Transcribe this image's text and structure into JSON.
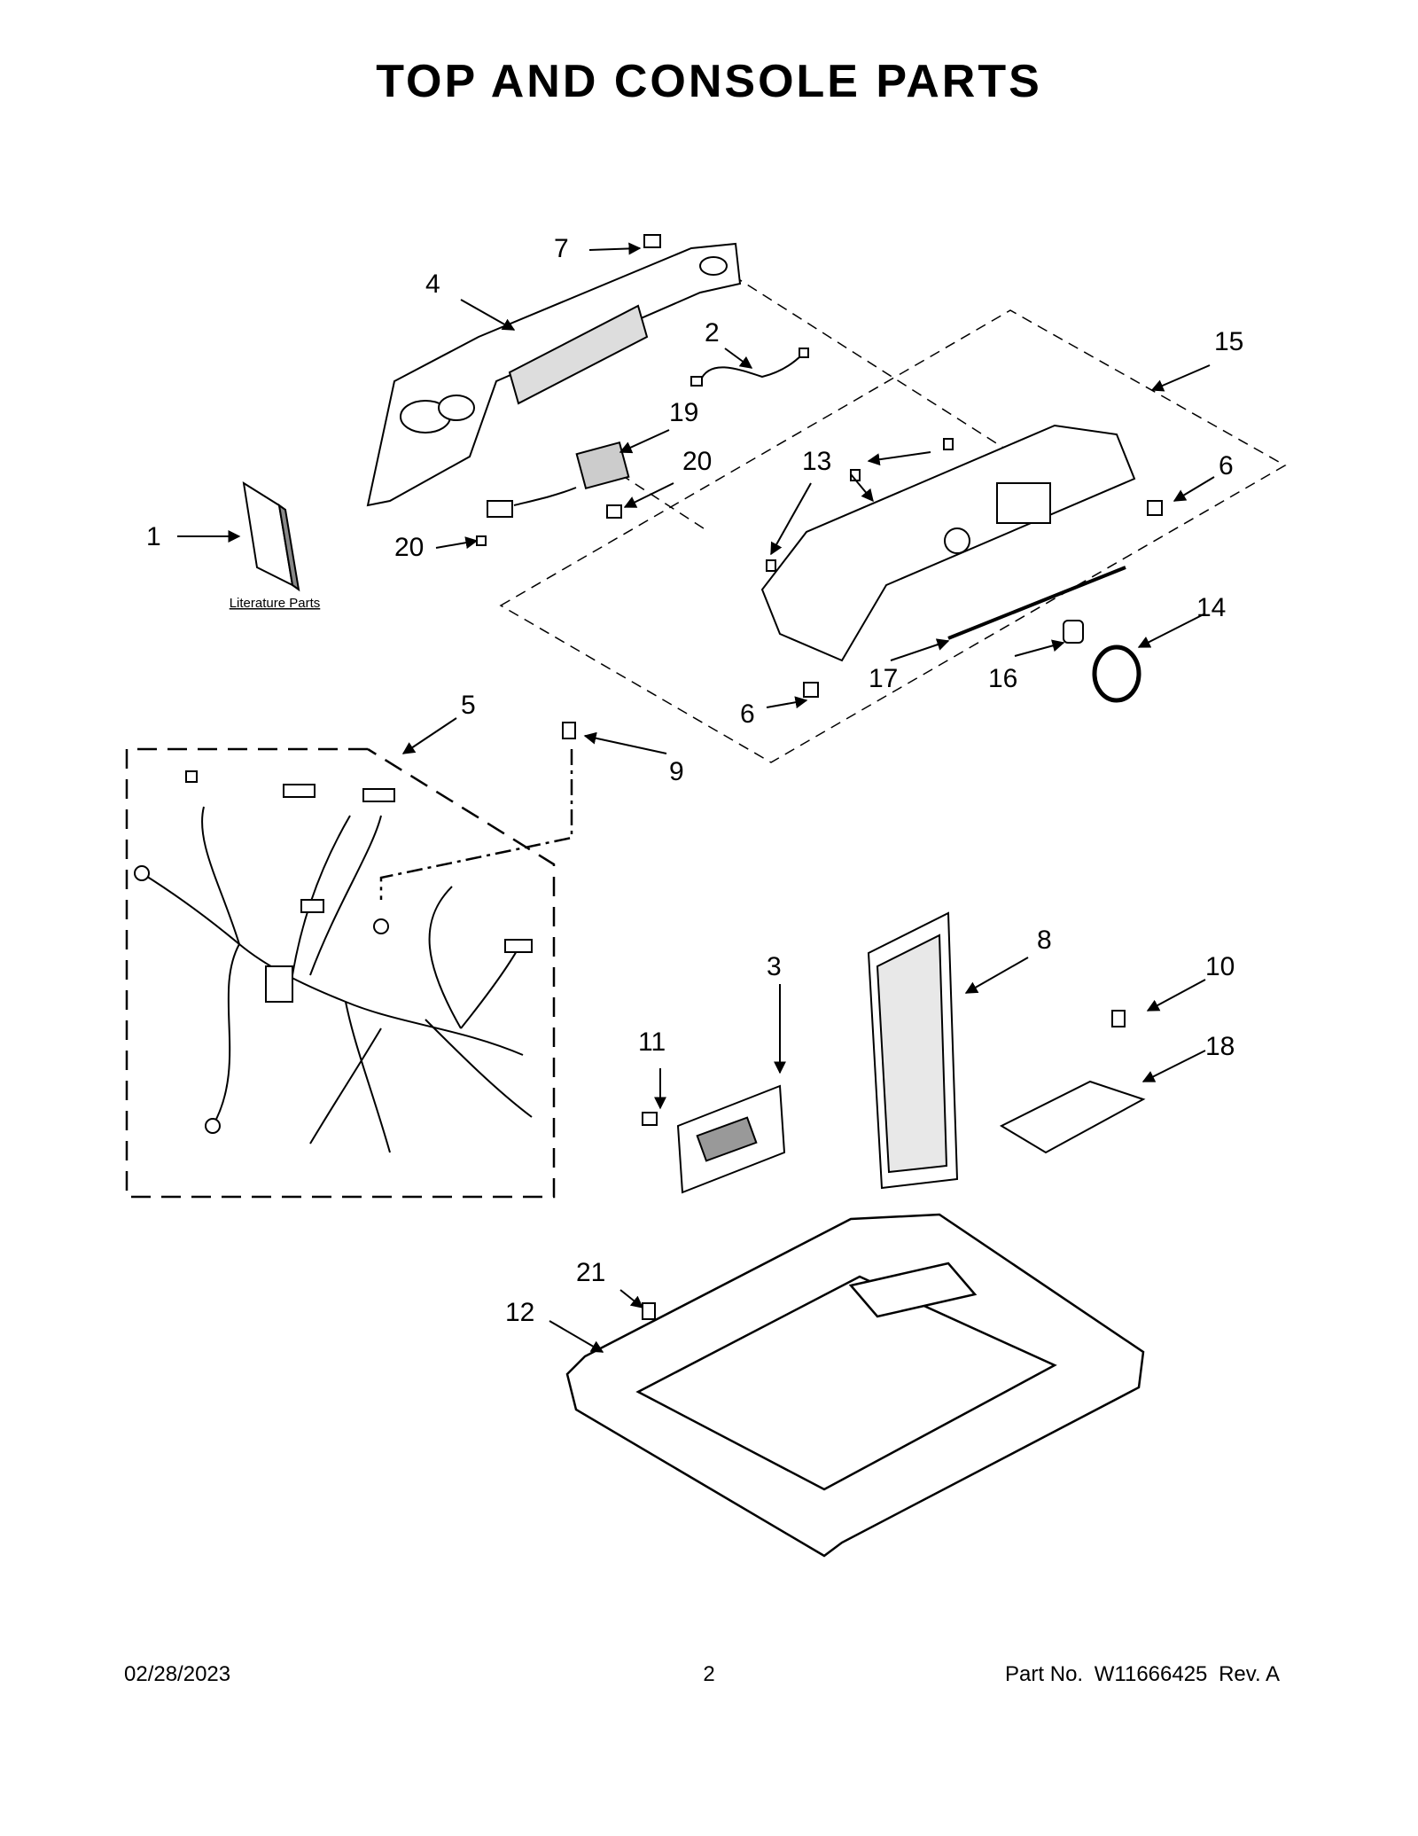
{
  "title": "TOP AND CONSOLE PARTS",
  "footer": {
    "date": "02/28/2023",
    "page": "2",
    "part_label": "Part No.",
    "part_number": "W11666425",
    "revision": "Rev. A"
  },
  "literature_label": "Literature Parts",
  "callouts": {
    "c1": "1",
    "c2": "2",
    "c3": "3",
    "c4": "4",
    "c5": "5",
    "c6a": "6",
    "c6b": "6",
    "c7": "7",
    "c8": "8",
    "c9": "9",
    "c10": "10",
    "c11": "11",
    "c12": "12",
    "c13": "13",
    "c14": "14",
    "c15": "15",
    "c16": "16",
    "c17": "17",
    "c18": "18",
    "c19": "19",
    "c20a": "20",
    "c20b": "20",
    "c21": "21"
  }
}
